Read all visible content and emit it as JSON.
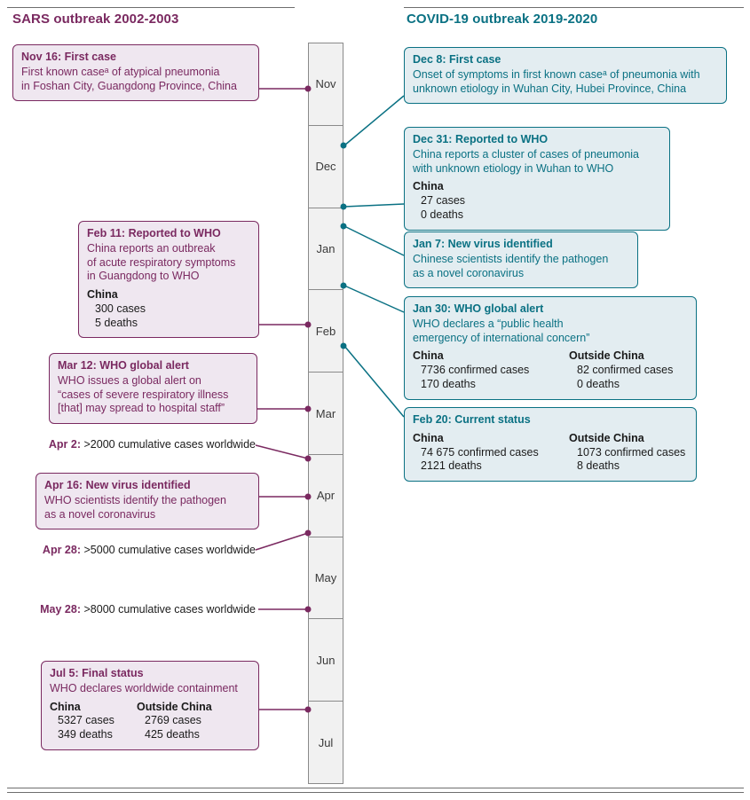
{
  "colors": {
    "sars_accent": "#7A2960",
    "sars_fill": "#EFE7F0",
    "covid_accent": "#0A7183",
    "covid_fill": "#E3EDF1",
    "timeline_fill": "#F1F1F1"
  },
  "header": {
    "left_title": "SARS outbreak 2002-2003",
    "right_title": "COVID-19 outbreak 2019-2020"
  },
  "timeline": {
    "months": [
      "Nov",
      "Dec",
      "Jan",
      "Feb",
      "Mar",
      "Apr",
      "May",
      "Jun",
      "Jul"
    ]
  },
  "sars": {
    "events": {
      "nov16": {
        "date": "Nov 16:",
        "title": "First case",
        "body": "First known caseᵃ of atypical pneumonia\nin Foshan City, Guangdong Province, China"
      },
      "feb11": {
        "date": "Feb 11:",
        "title": "Reported to WHO",
        "body": "China reports an outbreak\nof acute respiratory symptoms\nin Guangdong to WHO",
        "stats": {
          "china": {
            "label": "China",
            "line1": "300 cases",
            "line2": "5 deaths"
          }
        }
      },
      "mar12": {
        "date": "Mar 12:",
        "title": "WHO global alert",
        "body": "WHO issues a global alert on\n“cases of severe respiratory illness\n[that] may spread to hospital staff”"
      },
      "apr16": {
        "date": "Apr 16:",
        "title": "New virus identified",
        "body": "WHO scientists identify the pathogen\nas a novel coronavirus"
      },
      "jul5": {
        "date": "Jul 5:",
        "title": "Final status",
        "body": "WHO declares worldwide containment",
        "stats": {
          "china": {
            "label": "China",
            "line1": "5327 cases",
            "line2": "349 deaths"
          },
          "outside": {
            "label": "Outside China",
            "line1": "2769 cases",
            "line2": "425 deaths"
          }
        }
      }
    },
    "milestones": {
      "apr2": {
        "date": "Apr 2:",
        "text": ">2000 cumulative cases worldwide"
      },
      "apr28": {
        "date": "Apr 28:",
        "text": ">5000 cumulative cases worldwide"
      },
      "may28": {
        "date": "May 28:",
        "text": ">8000 cumulative cases worldwide"
      }
    }
  },
  "covid": {
    "events": {
      "dec8": {
        "date": "Dec 8:",
        "title": "First case",
        "body": "Onset of symptoms in first known caseᵃ of pneumonia with\nunknown etiology in Wuhan City, Hubei Province, China"
      },
      "dec31": {
        "date": "Dec 31:",
        "title": "Reported to WHO",
        "body": "China reports a cluster of cases of pneumonia\nwith unknown etiology in Wuhan to WHO",
        "stats": {
          "china": {
            "label": "China",
            "line1": "27 cases",
            "line2": "0 deaths"
          }
        }
      },
      "jan7": {
        "date": "Jan 7:",
        "title": "New virus identified",
        "body": "Chinese scientists identify the pathogen\nas a novel coronavirus"
      },
      "jan30": {
        "date": "Jan 30:",
        "title": "WHO global alert",
        "body": "WHO declares a “public health\nemergency of international concern”",
        "stats": {
          "china": {
            "label": "China",
            "line1": "7736 confirmed cases",
            "line2": "170 deaths"
          },
          "outside": {
            "label": "Outside China",
            "line1": "82 confirmed cases",
            "line2": "0 deaths"
          }
        }
      },
      "feb20": {
        "date": "Feb 20:",
        "title": "Current status",
        "stats": {
          "china": {
            "label": "China",
            "line1": "74 675 confirmed cases",
            "line2": "2121 deaths"
          },
          "outside": {
            "label": "Outside China",
            "line1": "1073 confirmed cases",
            "line2": "8 deaths"
          }
        }
      }
    }
  }
}
